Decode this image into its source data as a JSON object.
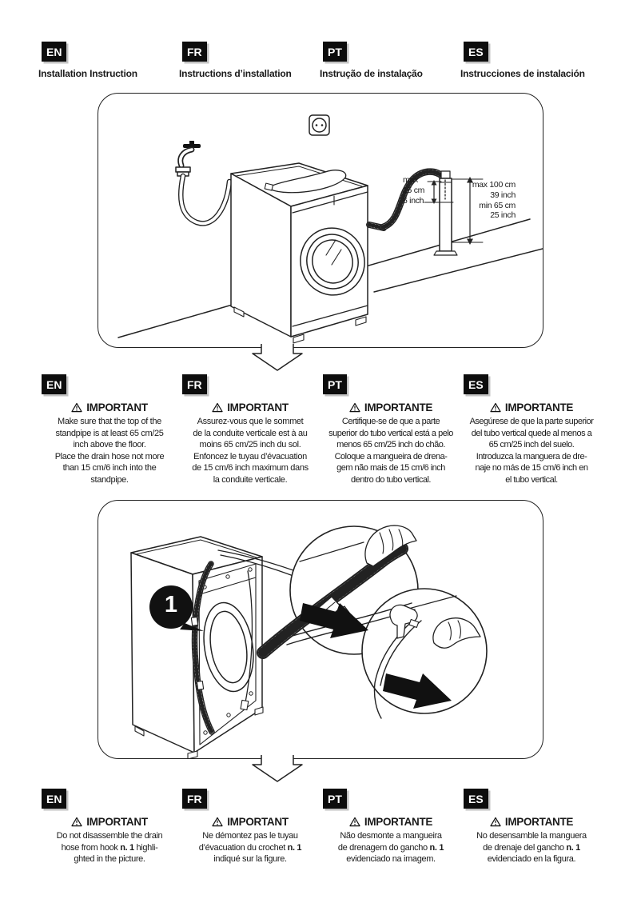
{
  "colors": {
    "ink": "#1a1a1a",
    "tag_bg": "#0d0d0d",
    "tag_shadow": "#c3c3c3"
  },
  "header": {
    "columns": [
      {
        "code": "EN",
        "title": "Installation Instruction"
      },
      {
        "code": "FR",
        "title": "Instructions d’installation"
      },
      {
        "code": "PT",
        "title": "Instrução de instalação"
      },
      {
        "code": "ES",
        "title": "Instrucciones de instalación"
      }
    ]
  },
  "diagram1": {
    "labels": {
      "insert_depth": "max\n15 cm\n6 inch",
      "pipe_height": "max 100 cm\n39 inch\nmin 65 cm\n25 inch"
    }
  },
  "diagram2": {
    "step_number": "1"
  },
  "notes_standpipe": [
    {
      "code": "EN",
      "heading": "IMPORTANT",
      "body": "Make sure that the top of the\nstandpipe is at least 65 cm/25\ninch above the floor.\nPlace the drain hose not more\nthan 15 cm/6 inch into the\nstandpipe."
    },
    {
      "code": "FR",
      "heading": "IMPORTANT",
      "body": "Assurez-vous que le sommet\nde la conduite verticale est à au\nmoins 65 cm/25 inch du sol.\nEnfoncez le tuyau d’évacuation\nde 15 cm/6 inch maximum dans\nla conduite verticale."
    },
    {
      "code": "PT",
      "heading": "IMPORTANTE",
      "body": "Certifique-se de que a parte\nsuperior do tubo vertical está a pelo\nmenos 65 cm/25 inch do chão.\nColoque a mangueira de drena-\ngem não mais de 15 cm/6 inch\ndentro do tubo vertical."
    },
    {
      "code": "ES",
      "heading": "IMPORTANTE",
      "body": "Asegúrese de que la parte superior\ndel tubo vertical quede al menos a\n65 cm/25 inch del suelo.\nIntroduzca la manguera de dre-\nnaje no más de 15 cm/6 inch en\nel tubo vertical."
    }
  ],
  "notes_hook": [
    {
      "code": "EN",
      "heading": "IMPORTANT",
      "body_pre": "Do not disassemble the drain\nhose from hook ",
      "body_bold": "n. 1",
      "body_post": " highli-\nghted in the picture."
    },
    {
      "code": "FR",
      "heading": "IMPORTANT",
      "body_pre": "Ne démontez pas le tuyau\nd’évacuation du crochet ",
      "body_bold": "n. 1",
      "body_post": "\nindiqué sur la figure."
    },
    {
      "code": "PT",
      "heading": "IMPORTANTE",
      "body_pre": "Não desmonte a mangueira\nde drenagem do gancho ",
      "body_bold": "n. 1",
      "body_post": "\nevidenciado na imagem."
    },
    {
      "code": "ES",
      "heading": "IMPORTANTE",
      "body_pre": "No desensamble la manguera\nde drenaje del gancho ",
      "body_bold": "n. 1",
      "body_post": "\nevidenciado en la figura."
    }
  ]
}
